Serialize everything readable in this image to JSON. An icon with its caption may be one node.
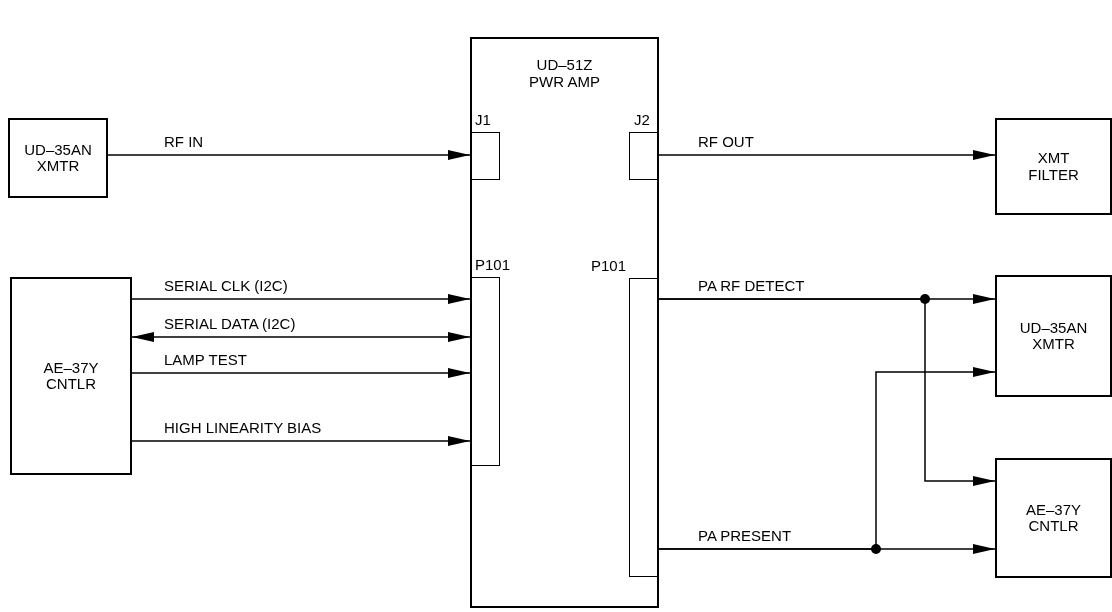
{
  "diagram": {
    "nodes": [
      {
        "text": [
          "UD–35AN XMTR"
        ]
      },
      {
        "text": [
          "UD–51Z PWR AMP"
        ]
      },
      {
        "text": [
          "J1"
        ],
        "in": 1
      },
      {
        "text": [
          "J2"
        ],
        "in": 1
      },
      {
        "text": [
          "P101"
        ],
        "in": 1
      },
      {
        "text": [
          "P101"
        ],
        "in": 1
      },
      {
        "text": [
          "XMT FILTER"
        ]
      },
      {
        "text": [
          "AE–37Y CNTLR"
        ]
      },
      {
        "text": [
          "UD–35AN XMTR"
        ]
      },
      {
        "text": [
          "AE–37Y CNTLR"
        ]
      }
    ],
    "edges": [
      {
        "from": 0,
        "to": 2,
        "arrow": "to",
        "label": "RF IN"
      },
      {
        "from": 3,
        "to": 6,
        "arrow": "to",
        "label": "RF OUT"
      },
      {
        "from": 7,
        "to": 4,
        "arrow": "to",
        "label": "SERIAL CLK (I2C)"
      },
      {
        "from": 7,
        "to": 4,
        "arrow": "both",
        "label": "SERIAL DATA (I2C)"
      },
      {
        "from": 7,
        "to": 4,
        "arrow": "to",
        "label": "LAMP TEST"
      },
      {
        "from": 7,
        "to": 4,
        "arrow": "to",
        "label": "HIGH LINEARITY BIAS"
      },
      {
        "from": 5,
        "to": 8,
        "arrow": "to",
        "label": "PA RF DETECT"
      },
      {
        "from": 5,
        "to": 9,
        "arrow": "to"
      },
      {
        "from": 5,
        "to": 9,
        "arrow": "to",
        "label": "PA PRESENT"
      },
      {
        "from": 5,
        "to": 8,
        "arrow": "to"
      }
    ]
  }
}
